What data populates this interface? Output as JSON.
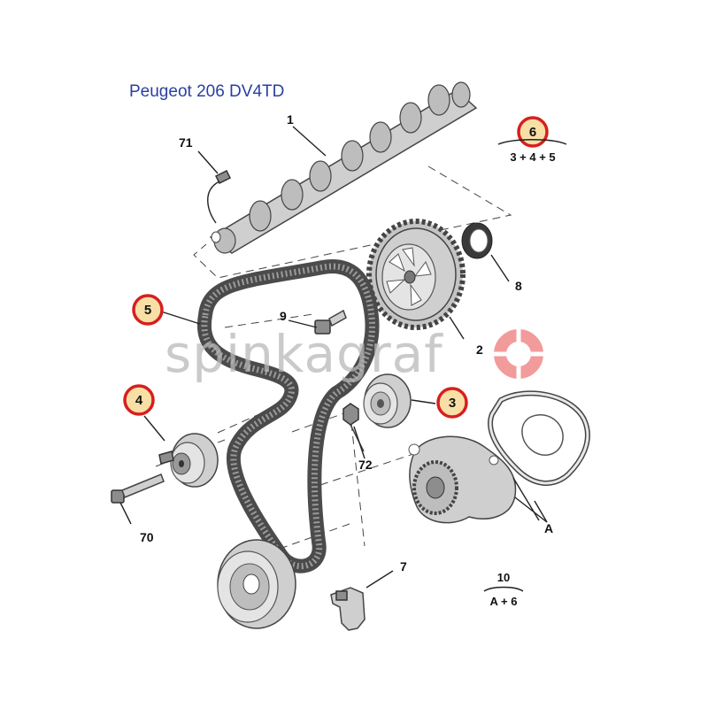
{
  "title": "Peugeot 206 DV4TD",
  "watermark": "spinkagraf",
  "callouts": {
    "p1": "1",
    "p2": "2",
    "p3": "3",
    "p4": "4",
    "p5": "5",
    "p6": "6",
    "p7": "7",
    "p8": "8",
    "p9": "9",
    "p70": "70",
    "p71": "71",
    "p72": "72",
    "pA": "A"
  },
  "kits": {
    "kit6_formula": "3 + 4 + 5",
    "kit10_number": "10",
    "kit10_formula": "A + 6"
  },
  "colors": {
    "title": "#2a3fa0",
    "highlight_ring": "#d81e1e",
    "highlight_fill": "#f7dfa6",
    "watermark": "#b9b9b9",
    "watermark_icon": "#f08a8a"
  }
}
